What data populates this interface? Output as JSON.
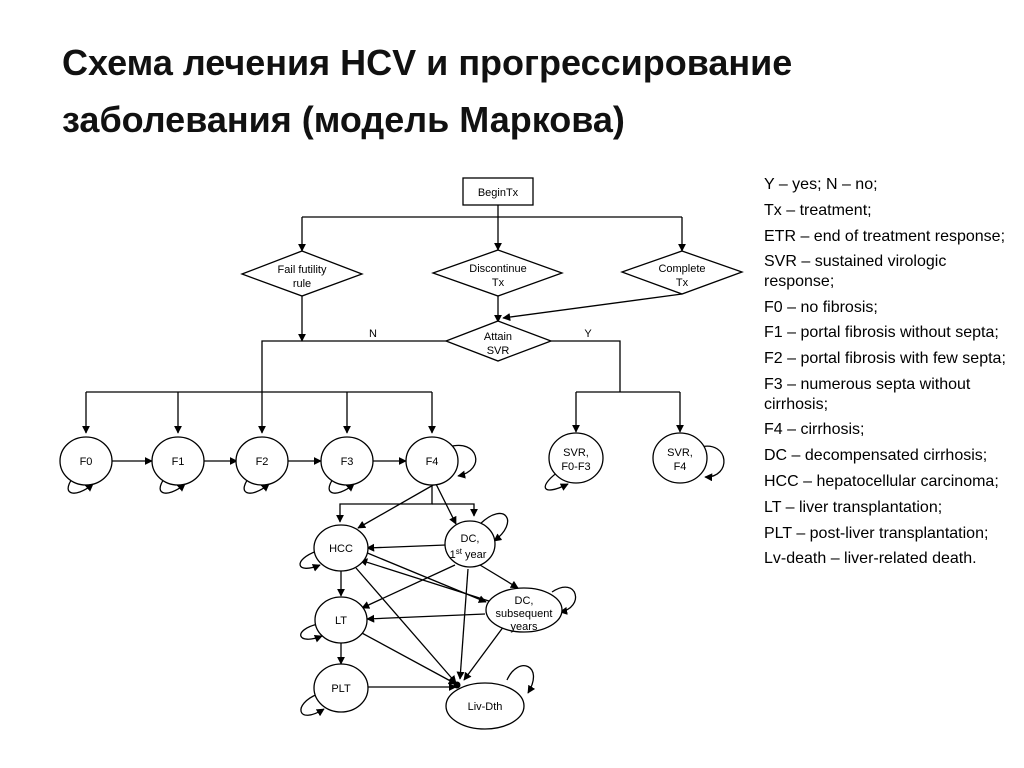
{
  "title_line1": "Схема лечения HCV и  прогрессирование",
  "title_line2": "заболевания (модель Маркова)",
  "nodes": {
    "begin_tx": "BeginTx",
    "fail_futility_1": "Fail futility",
    "fail_futility_2": "rule",
    "discontinue_1": "Discontinue",
    "discontinue_2": "Tx",
    "complete_1": "Complete",
    "complete_2": "Tx",
    "attain_svr_1": "Attain",
    "attain_svr_2": "SVR",
    "f0": "F0",
    "f1": "F1",
    "f2": "F2",
    "f3": "F3",
    "f4": "F4",
    "svr_f0f3_1": "SVR,",
    "svr_f0f3_2": "F0-F3",
    "svr_f4_1": "SVR,",
    "svr_f4_2": "F4",
    "hcc": "HCC",
    "dc1_1": "DC,",
    "dc1_2": "1",
    "dc1_sup": "st",
    "dc1_3": " year",
    "dcs_1": "DC,",
    "dcs_2": "subsequent",
    "dcs_3": "years",
    "lt": "LT",
    "plt": "PLT",
    "liv_dth": "Liv-Dth"
  },
  "edge_labels": {
    "no": "N",
    "yes": "Y"
  },
  "legend": [
    "Y – yes; N – no;",
    "Tx – treatment;",
    "ETR – end of treatment response;",
    "SVR – sustained virologic response;",
    "F0 – no fibrosis;",
    "F1 – portal fibrosis without septa;",
    "F2 – portal fibrosis with few septa;",
    "F3 – numerous septa without cirrhosis;",
    "F4 – cirrhosis;",
    "DC – decompensated cirrhosis;",
    "HCC – hepatocellular carcinoma;",
    "LT – liver transplantation;",
    "PLT – post-liver transplantation;",
    "Lv-death – liver-related death."
  ]
}
